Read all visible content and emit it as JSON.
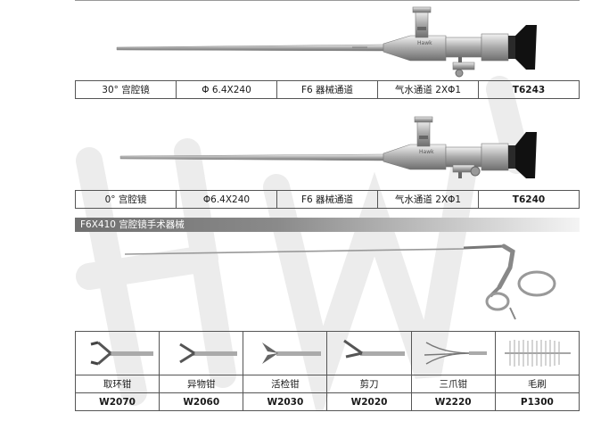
{
  "products": [
    {
      "name": "30° 宫腔镜",
      "diameter": "Φ 6.4X240",
      "channel": "F6 器械通道",
      "gas_water": "气水通道 2XΦ1",
      "code": "T6243",
      "brand_mark": "Hawk"
    },
    {
      "name": "0° 宫腔镜",
      "diameter": "Φ6.4X240",
      "channel": "F6 器械通道",
      "gas_water": "气水通道 2XΦ1",
      "code": "T6240",
      "brand_mark": "Hawk"
    }
  ],
  "section": {
    "title": "F6X410 宫腔镜手术器械"
  },
  "instruments": [
    {
      "name": "取环钳",
      "code": "W2070",
      "icon": "ring-removal-forceps-icon"
    },
    {
      "name": "异物钳",
      "code": "W2060",
      "icon": "foreign-body-forceps-icon"
    },
    {
      "name": "活检钳",
      "code": "W2030",
      "icon": "biopsy-forceps-icon"
    },
    {
      "name": "剪刀",
      "code": "W2020",
      "icon": "scissors-icon"
    },
    {
      "name": "三爪钳",
      "code": "W2220",
      "icon": "three-jaw-grasper-icon"
    },
    {
      "name": "毛刷",
      "code": "P1300",
      "icon": "cleaning-brush-icon"
    }
  ],
  "colors": {
    "border": "#555555",
    "banner": "#808080",
    "steel": "#b8b8b8",
    "eyepiece": "#111111"
  }
}
